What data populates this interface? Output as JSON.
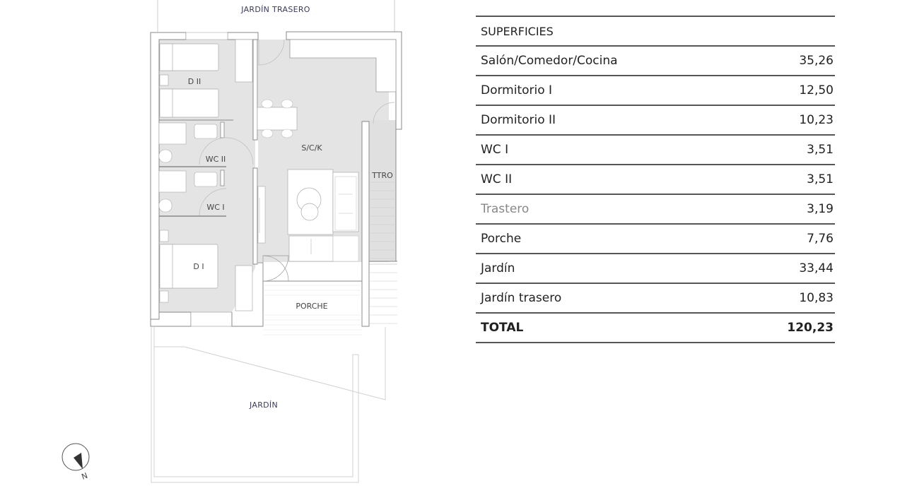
{
  "floor_plan": {
    "labels": {
      "jardin_trasero": "JARDÍN TRASERO",
      "dormitorio_ii": "D II",
      "salon_comedor_cocina": "S/C/K",
      "wc_ii": "WC II",
      "wc_i": "WC I",
      "trastero": "TTRO",
      "dormitorio_i": "D I",
      "porche": "PORCHE",
      "jardin": "JARDÍN"
    },
    "compass": {
      "icon": "north-arrow-icon",
      "label": "N"
    },
    "colors": {
      "wall": "#888888",
      "room_fill": "#e4e4e4",
      "label_text": "#3a3a5c"
    }
  },
  "surfaces_table": {
    "header": "SUPERFICIES",
    "rows": [
      {
        "name": "Salón/Comedor/Cocina",
        "value": "35,26"
      },
      {
        "name": "Dormitorio I",
        "value": "12,50"
      },
      {
        "name": "Dormitorio II",
        "value": "10,23"
      },
      {
        "name": "WC I",
        "value": "3,51"
      },
      {
        "name": "WC II",
        "value": "3,51"
      },
      {
        "name": "Trastero",
        "value": "3,19"
      },
      {
        "name": "Porche",
        "value": "7,76"
      },
      {
        "name": "Jardín",
        "value": "33,44"
      },
      {
        "name": "Jardín trasero",
        "value": "10,83"
      }
    ],
    "total": {
      "name": "TOTAL",
      "value": "120,23"
    }
  }
}
